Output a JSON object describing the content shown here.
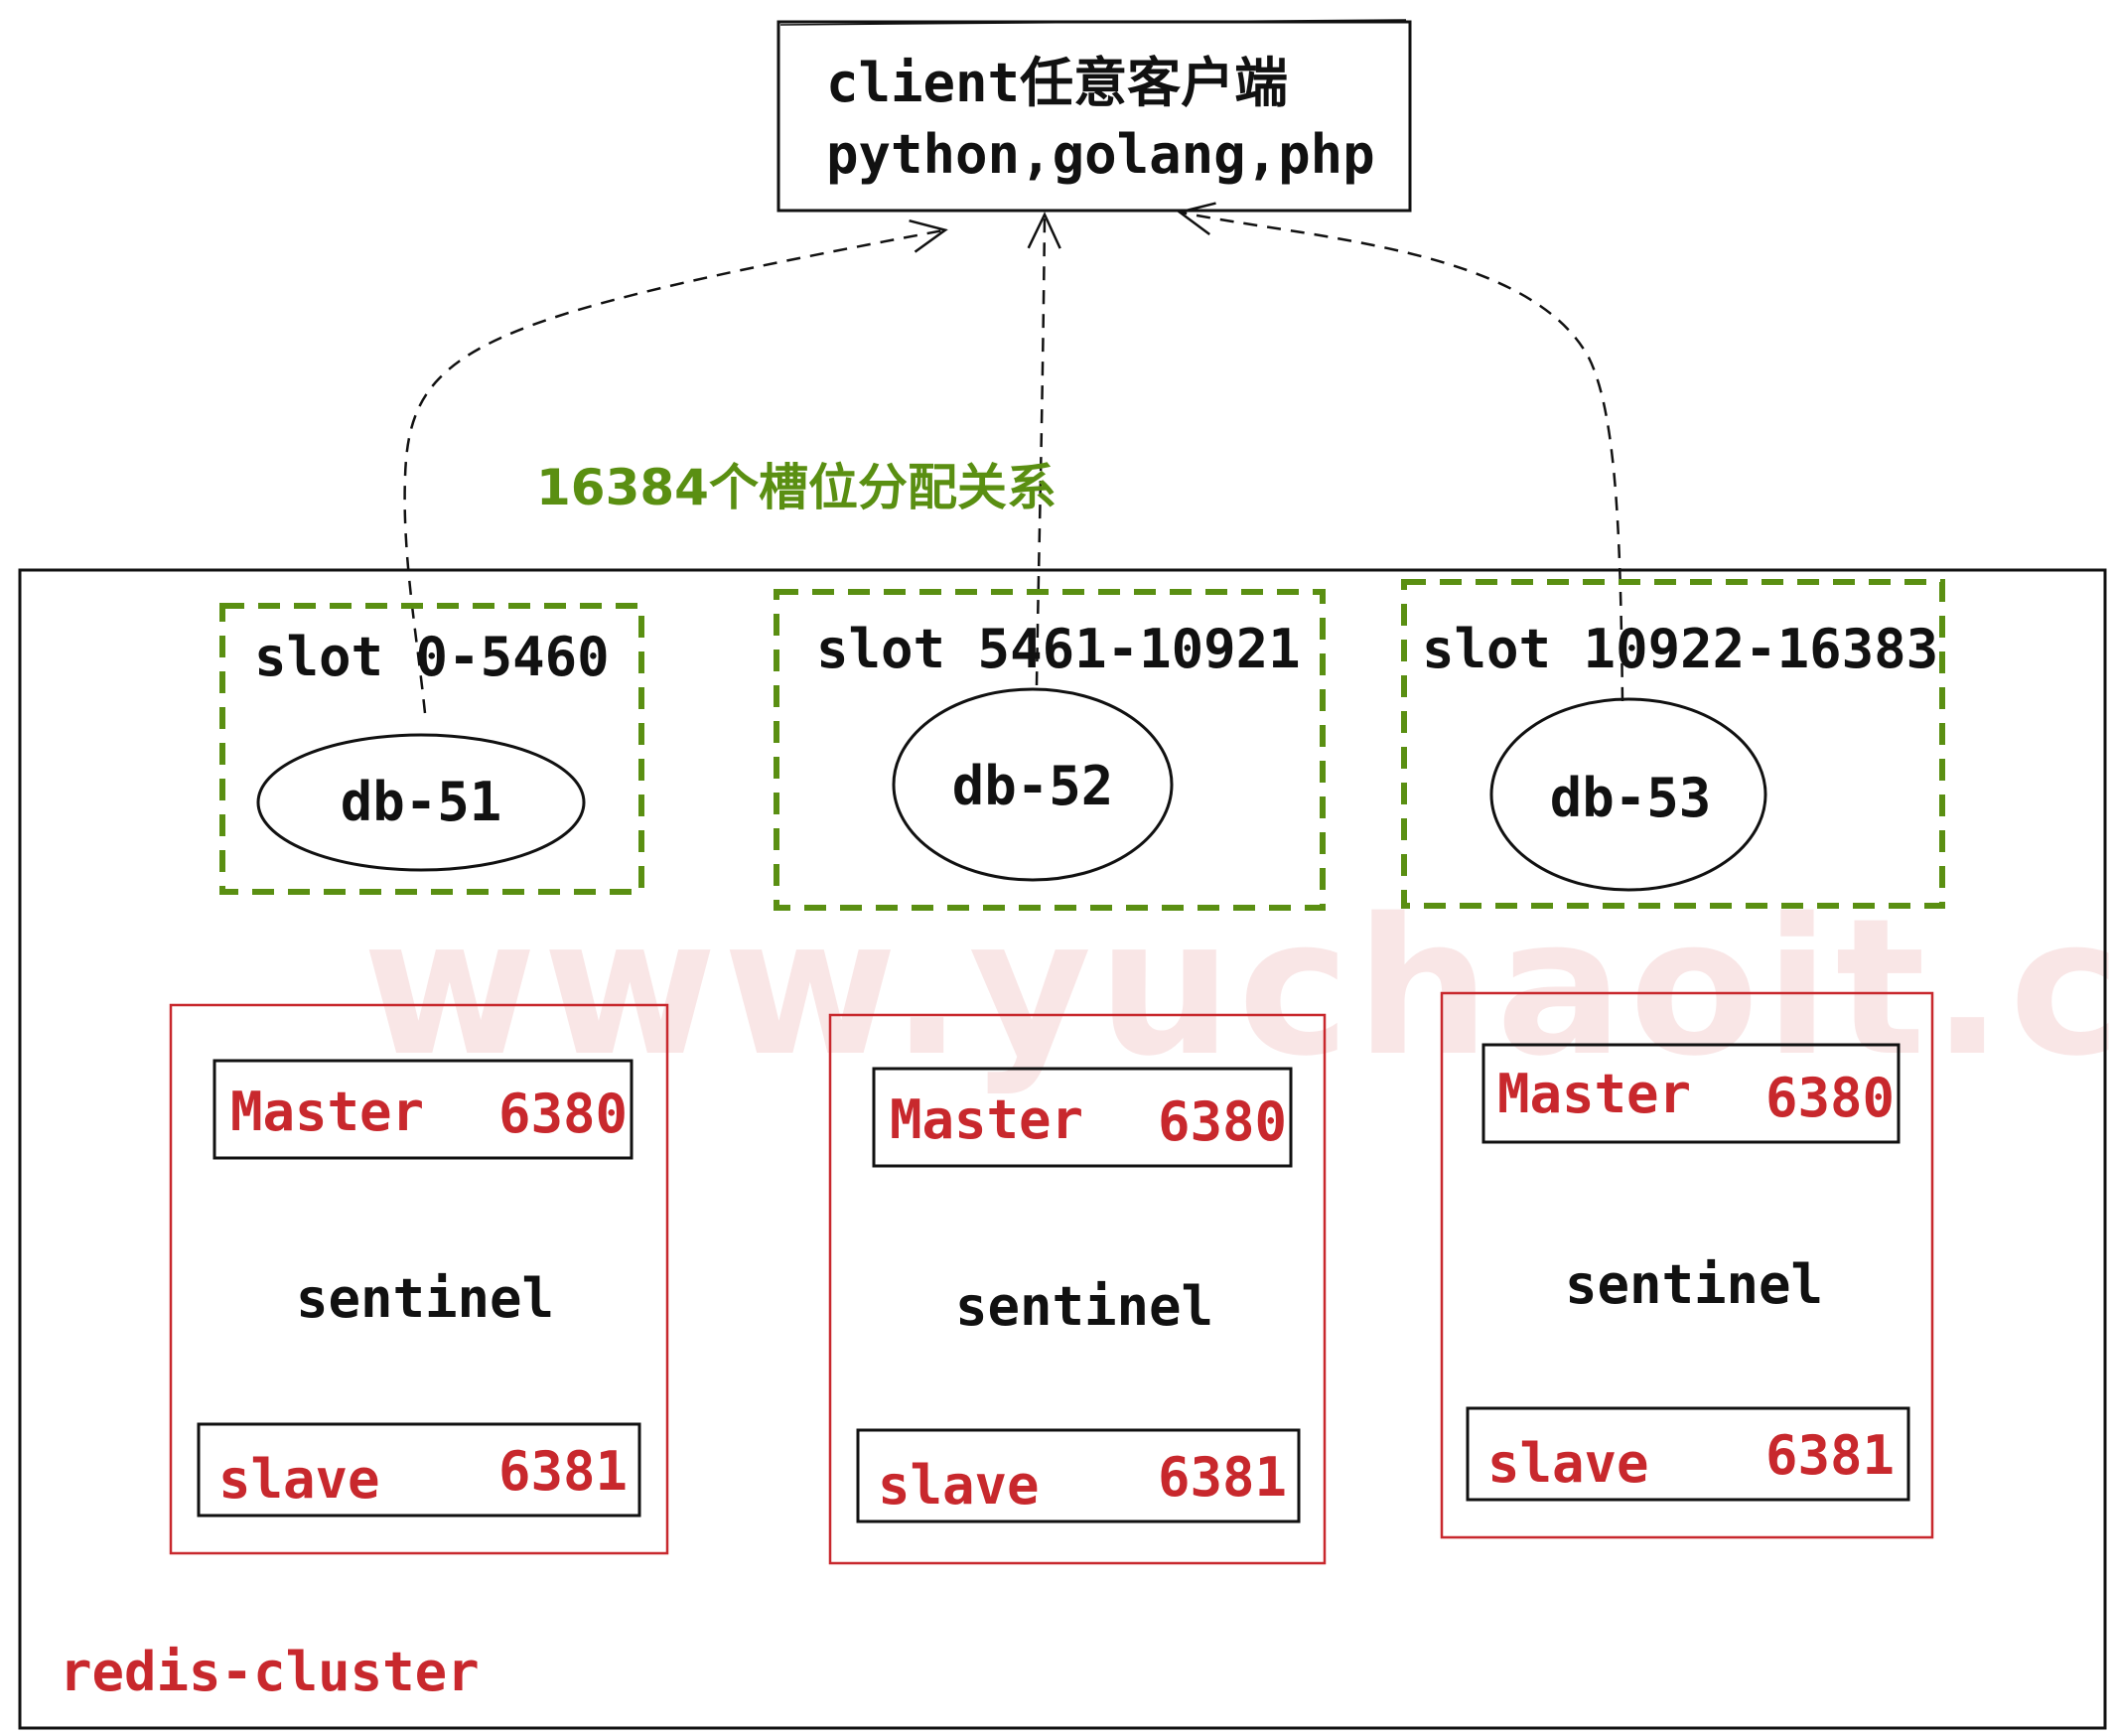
{
  "client": {
    "line1": "client任意客户端",
    "line2": "python,golang,php"
  },
  "slot_mapping_label": "16384个槽位分配关系",
  "shards": [
    {
      "slot_label": "slot 0-5460",
      "db_label": "db-51",
      "master_label": "Master",
      "master_port": "6380",
      "sentinel_label": "sentinel",
      "slave_label": "slave",
      "slave_port": "6381"
    },
    {
      "slot_label": "slot 5461-10921",
      "db_label": "db-52",
      "master_label": "Master",
      "master_port": "6380",
      "sentinel_label": "sentinel",
      "slave_label": "slave",
      "slave_port": "6381"
    },
    {
      "slot_label": "slot 10922-16383",
      "db_label": "db-53",
      "master_label": "Master",
      "master_port": "6380",
      "sentinel_label": "sentinel",
      "slave_label": "slave",
      "slave_port": "6381"
    }
  ],
  "cluster_label": "redis-cluster",
  "watermark": "www.yuchaoit.cn",
  "colors": {
    "ink": "#111111",
    "red": "#c8282d",
    "green": "#5a8f12"
  }
}
